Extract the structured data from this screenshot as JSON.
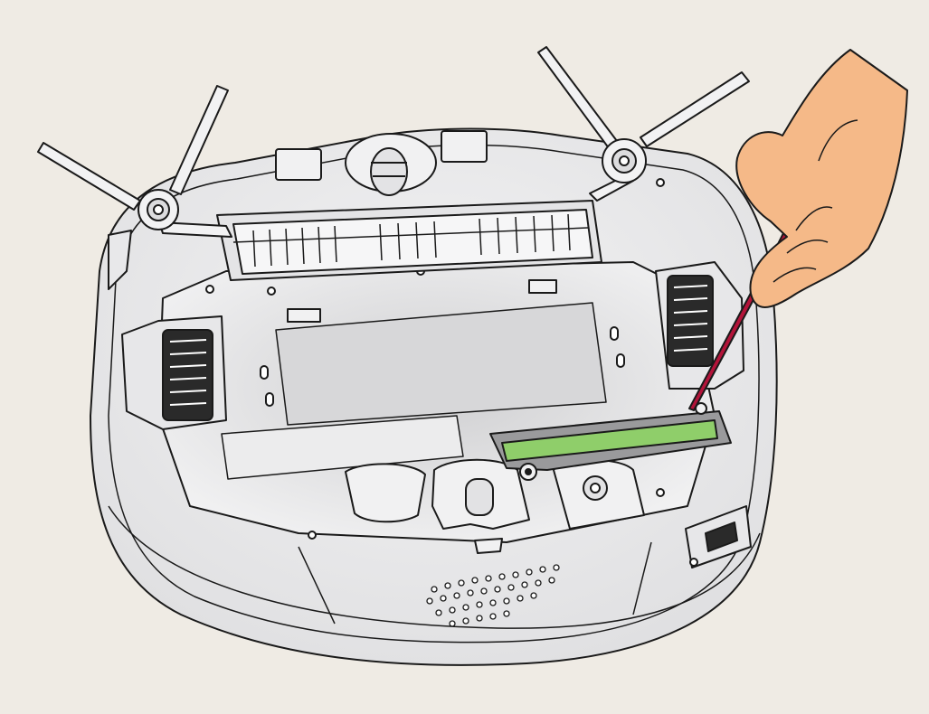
{
  "illustration": {
    "subject": "robot-vacuum-underside",
    "action": "screwdriver-unscrewing-battery-cover",
    "highlight_part": "battery-cover",
    "icons": [
      "side-brush-icon",
      "main-brush-icon",
      "drive-wheel-icon",
      "caster-wheel-icon",
      "screwdriver-icon",
      "hand-icon",
      "power-switch-icon"
    ]
  },
  "colors": {
    "background": "#efebe4",
    "body_fill": "#e9e9ea",
    "body_inner": "#dcdcde",
    "outline": "#1a1a1a",
    "highlight": "#8fce6a",
    "screwdriver": "#b3143a",
    "screwdriver_dark": "#7a0a24",
    "skin": "#f5b988"
  }
}
